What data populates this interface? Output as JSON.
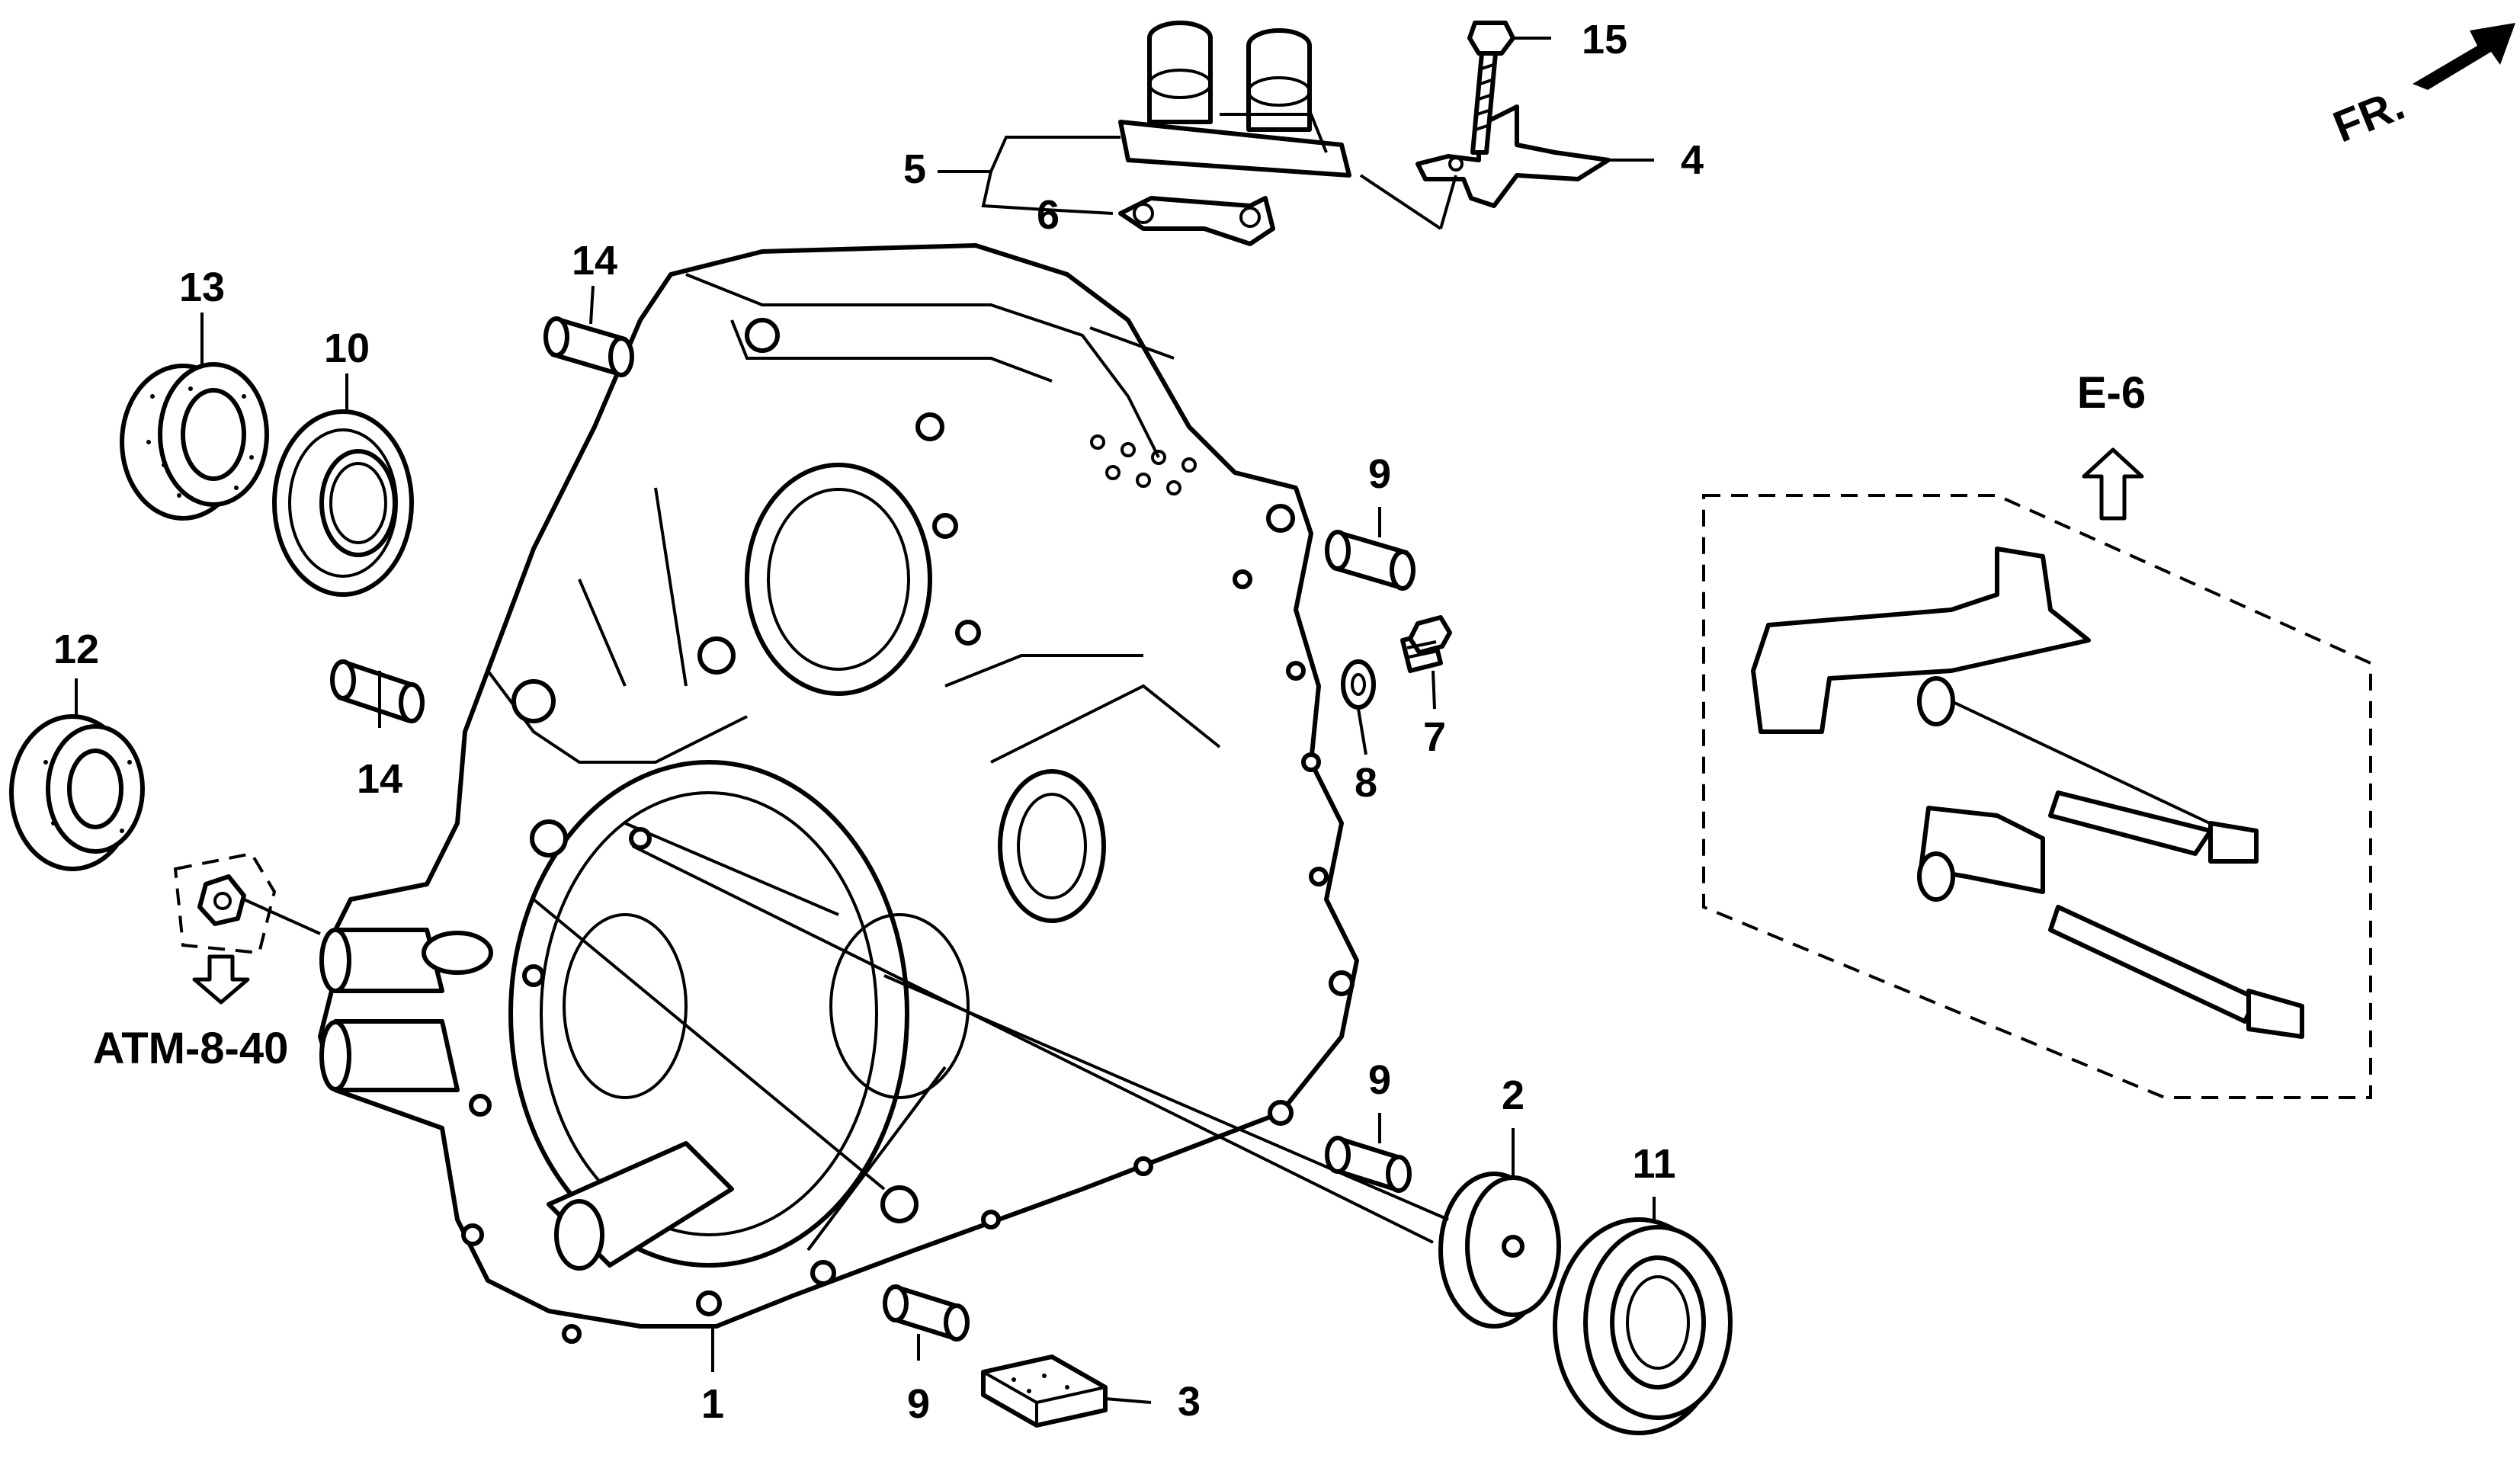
{
  "callouts": {
    "c1": "1",
    "c2": "2",
    "c3": "3",
    "c4": "4",
    "c5": "5",
    "c6": "6",
    "c7": "7",
    "c8": "8",
    "c9a": "9",
    "c9b": "9",
    "c9c": "9",
    "c10": "10",
    "c11": "11",
    "c12": "12",
    "c13": "13",
    "c14a": "14",
    "c14b": "14",
    "c15": "15"
  },
  "references": {
    "atm": "ATM-8-40",
    "e6": "E-6",
    "front": "FR."
  }
}
